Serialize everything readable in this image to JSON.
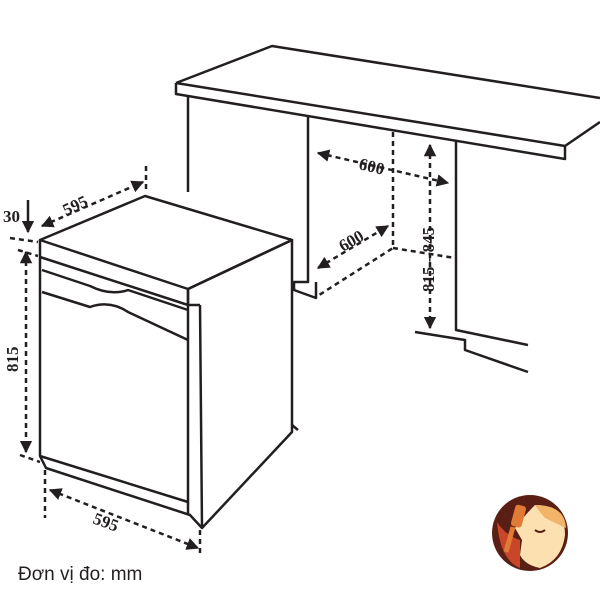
{
  "dimensions": {
    "appliance_width_top": "595",
    "appliance_width_bottom": "595",
    "top_thickness": "30",
    "appliance_height": "815",
    "niche_width": "600",
    "niche_depth": "600",
    "niche_height": "815 - 845"
  },
  "unit_label": "Đơn vị đo: mm",
  "logo": {
    "icon": "chef-with-spatula-logo",
    "colors": [
      "#5a1f14",
      "#c8462a",
      "#f2b469",
      "#fce0b0"
    ]
  }
}
